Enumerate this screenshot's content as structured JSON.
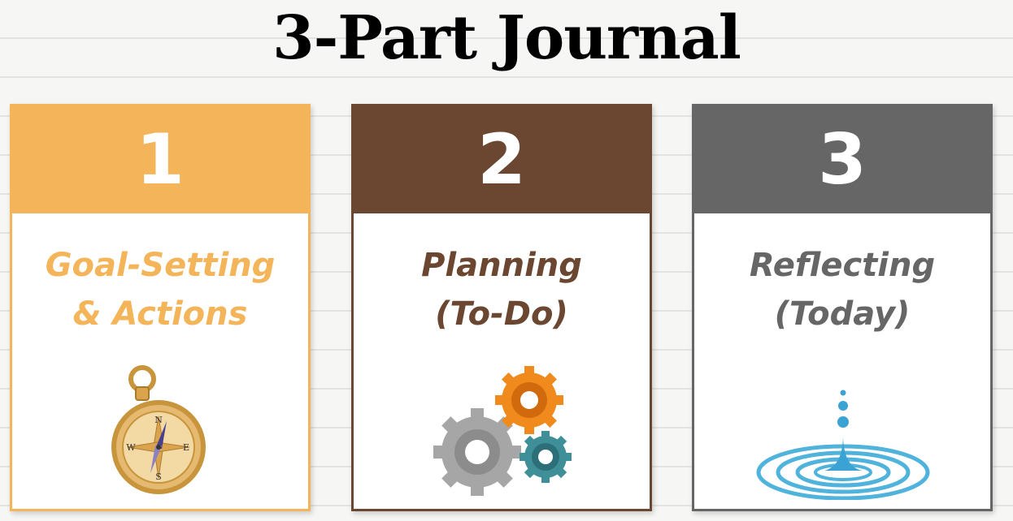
{
  "title": "3-Part Journal",
  "colors": {
    "card1_accent": "#f4b55a",
    "card2_accent": "#6b4630",
    "card3_accent": "#666666"
  },
  "cards": [
    {
      "number": "1",
      "line1": "Goal-Setting",
      "line2": "& Actions",
      "icon": "compass-icon"
    },
    {
      "number": "2",
      "line1": "Planning",
      "line2": "(To-Do)",
      "icon": "gears-icon"
    },
    {
      "number": "3",
      "line1": "Reflecting",
      "line2": "(Today)",
      "icon": "water-drop-icon"
    }
  ]
}
